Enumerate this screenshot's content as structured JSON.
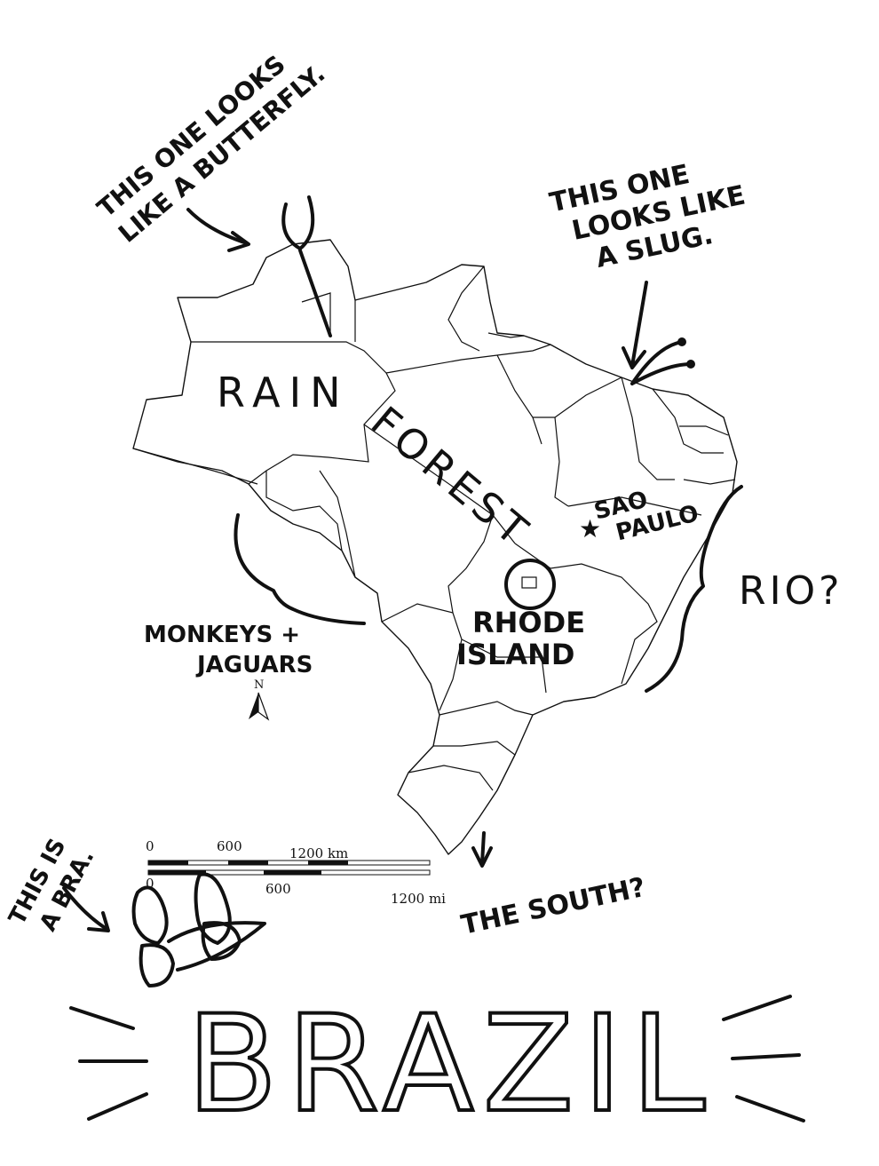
{
  "annotations": {
    "butterfly": [
      "THIS ONE LOOKS",
      "LIKE A BUTTERFLY."
    ],
    "slug": [
      "THIS ONE",
      "LOOKS LIKE",
      "A SLUG."
    ],
    "rain": "RAIN",
    "forest": "FOREST",
    "sao_paulo": [
      "SAO",
      "PAULO"
    ],
    "rio": "RIO?",
    "rhode_island": [
      "RHODE",
      "ISLAND"
    ],
    "monkeys": [
      "MONKEYS +",
      "JAGUARS"
    ],
    "bra": [
      "THIS IS",
      "A BRA."
    ],
    "south": "THE SOUTH?",
    "title": "BRAZIL"
  },
  "compass": {
    "label": "N"
  },
  "scale_bar": {
    "km_labels": [
      "0",
      "600",
      "1200 km"
    ],
    "mi_labels": [
      "0",
      "600",
      "1200 mi"
    ]
  }
}
